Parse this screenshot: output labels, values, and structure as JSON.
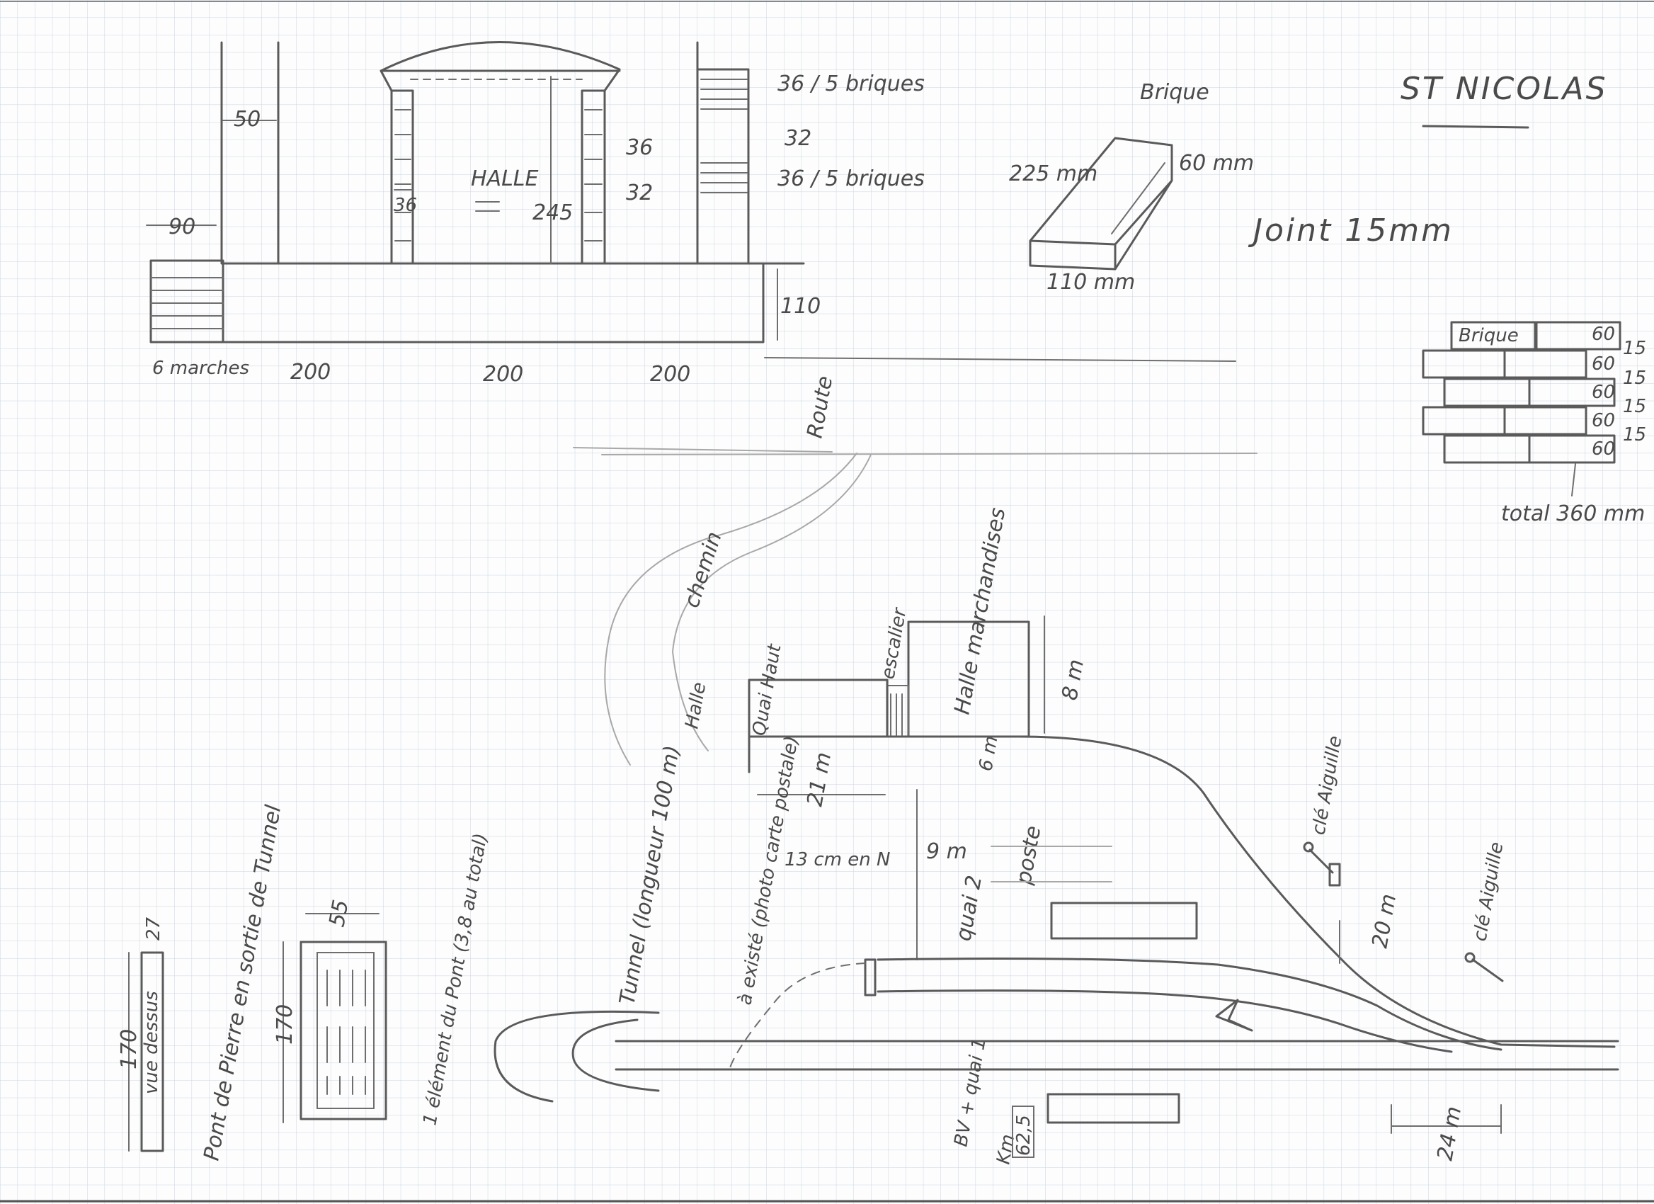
{
  "title": "ST NICOLAS",
  "elevation": {
    "halle_label": "HALLE",
    "dims": {
      "left_offset": "90",
      "gap": "50",
      "pillar_width": "36",
      "height_245": "245",
      "base_height": "110",
      "span_1": "200",
      "span_2": "200",
      "span_3": "200",
      "steps_label": "6 marches"
    },
    "brick_notes": {
      "top": "36 / 5 briques",
      "course_36": "36",
      "course_32a": "32",
      "course_32b": "32",
      "bottom": "36 / 5 briques"
    }
  },
  "brick": {
    "label": "Brique",
    "dims": {
      "length": "225 mm",
      "height": "60 mm",
      "width": "110 mm"
    },
    "joint": "Joint 15mm",
    "stack": {
      "label": "Brique",
      "courses": [
        "60",
        "60",
        "60",
        "60",
        "60"
      ],
      "joints": [
        "15",
        "15",
        "15",
        "15"
      ],
      "total": "total 360 mm"
    }
  },
  "plan": {
    "route": "Route",
    "chemin": "chemin",
    "halle_marchandises": "Halle marchandises",
    "length_8m": "8 m",
    "length_6m": "6 m",
    "escalier": "escalier",
    "quai_haut": "Quai Haut",
    "halle_small": "Halle",
    "dim_21m": "21 m",
    "dim_13cm": "13 cm en N",
    "dim_9m": "9 m",
    "poste": "poste",
    "quai_2": "quai 2",
    "carte_postale": "à existé (photo carte postale)",
    "tunnel": "Tunnel (longueur 100 m)",
    "aiguille_1": "clé Aiguille",
    "aiguille_2": "clé Aiguille",
    "dim_20m": "20 m",
    "dim_24m": "24 m",
    "bv_quai": "BV + quai 1",
    "km_label": "Km",
    "km_value": "62,5"
  },
  "bridge": {
    "label": "Pont de Pierre en sortie de Tunnel",
    "element_note": "1 élément du Pont (3,8 au total)",
    "dim_170": "170",
    "dim_55": "55",
    "vue_label": "vue dessus",
    "dim_170b": "170",
    "dim_27": "27"
  }
}
